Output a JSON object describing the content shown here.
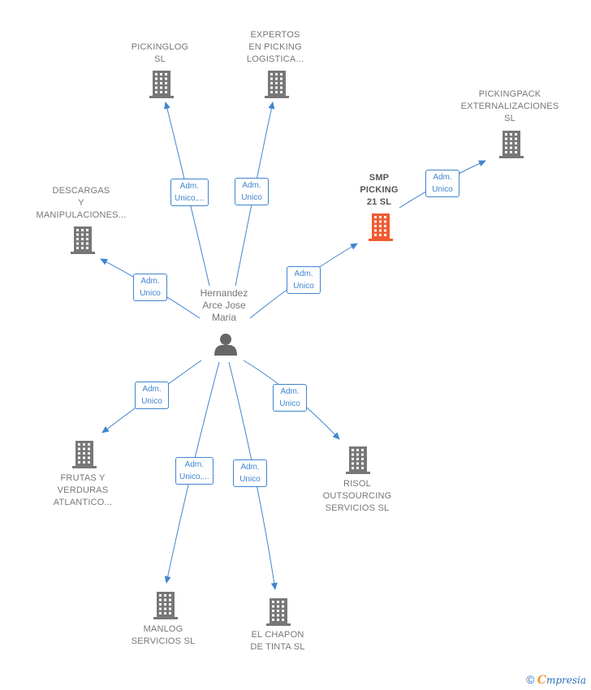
{
  "person": {
    "lines": [
      "Hernandez",
      "Arce Jose",
      "Maria"
    ]
  },
  "companies": [
    {
      "id": "pickinglog",
      "lines": [
        "PICKINGLOG",
        "SL"
      ],
      "highlight": false
    },
    {
      "id": "expertos",
      "lines": [
        "EXPERTOS",
        "EN PICKING",
        "LOGISTICA..."
      ],
      "highlight": false
    },
    {
      "id": "smp",
      "lines": [
        "SMP",
        "PICKING",
        "21 SL"
      ],
      "highlight": true
    },
    {
      "id": "pickingpack",
      "lines": [
        "PICKINGPACK",
        "EXTERNALIZACIONES",
        "SL"
      ],
      "highlight": false
    },
    {
      "id": "descargas",
      "lines": [
        "DESCARGAS",
        "Y",
        "MANIPULACIONES..."
      ],
      "highlight": false
    },
    {
      "id": "frutas",
      "lines": [
        "FRUTAS Y",
        "VERDURAS",
        "ATLANTICO..."
      ],
      "highlight": false
    },
    {
      "id": "risol",
      "lines": [
        "RISOL",
        "OUTSOURCING",
        "SERVICIOS SL"
      ],
      "highlight": false
    },
    {
      "id": "manlog",
      "lines": [
        "MANLOG",
        "SERVICIOS SL"
      ],
      "highlight": false
    },
    {
      "id": "chapon",
      "lines": [
        "EL CHAPON",
        "DE TINTA SL"
      ],
      "highlight": false
    }
  ],
  "relations": [
    {
      "to": "pickinglog",
      "lines": [
        "Adm.",
        "Unico,..."
      ]
    },
    {
      "to": "expertos",
      "lines": [
        "Adm.",
        "Unico"
      ]
    },
    {
      "to": "smp",
      "lines": [
        "Adm.",
        "Unico"
      ]
    },
    {
      "from": "smp",
      "to": "pickingpack",
      "lines": [
        "Adm.",
        "Unico"
      ]
    },
    {
      "to": "descargas",
      "lines": [
        "Adm.",
        "Unico"
      ]
    },
    {
      "to": "frutas",
      "lines": [
        "Adm.",
        "Unico"
      ]
    },
    {
      "to": "risol",
      "lines": [
        "Adm.",
        "Unico"
      ]
    },
    {
      "to": "manlog",
      "lines": [
        "Adm.",
        "Unico,..."
      ]
    },
    {
      "to": "chapon",
      "lines": [
        "Adm.",
        "Unico"
      ]
    }
  ],
  "colors": {
    "edge": "#3f85cf",
    "building": "#777777",
    "highlight": "#f15a30",
    "person": "#666666"
  },
  "footer": {
    "copyright": "©",
    "brand_initial": "C",
    "brand_rest": "mpresia"
  }
}
